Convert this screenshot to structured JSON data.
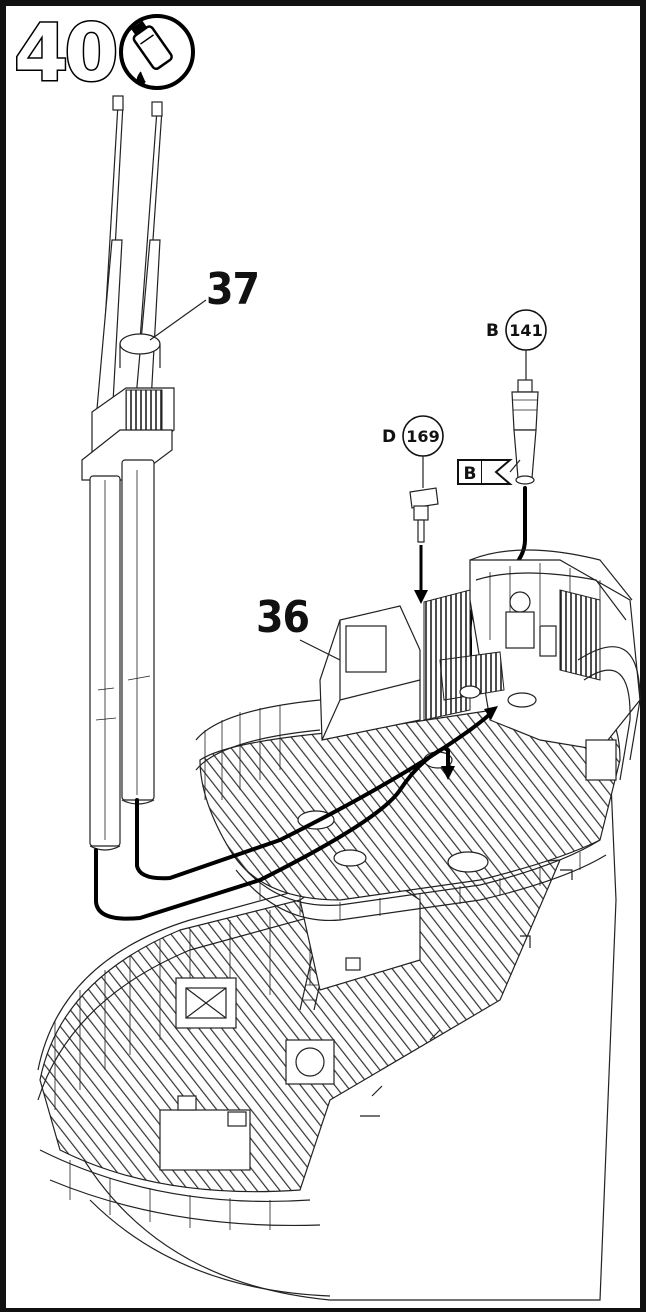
{
  "step": {
    "number": "40"
  },
  "icons": {
    "glue": "glue-tube-icon",
    "decal_arrow": "flag-arrow-icon"
  },
  "labels": {
    "part_37": "37",
    "part_36": "36"
  },
  "parts": [
    {
      "sprue": "B",
      "number": "141"
    },
    {
      "sprue": "D",
      "number": "169"
    }
  ],
  "callouts": {
    "decal_flag": "B"
  }
}
